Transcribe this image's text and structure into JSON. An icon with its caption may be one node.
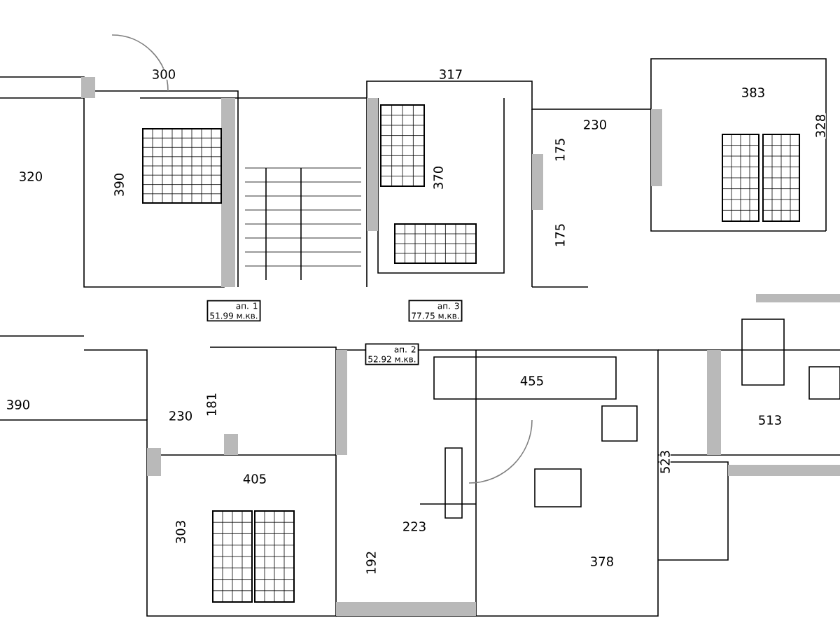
{
  "diagram": {
    "nodes": [
      {
        "text": [
          "ап. 1",
          "51.99 м.кв."
        ]
      },
      {
        "text": [
          "ап. 3",
          "77.75 м.кв."
        ]
      },
      {
        "text": [
          "ап. 2",
          "52.92 м.кв."
        ]
      }
    ],
    "labels": [
      "300",
      "317",
      "383",
      "230",
      "328",
      "175",
      "320",
      "370",
      "390",
      "175",
      "455",
      "390",
      "181",
      "230",
      "513",
      "523",
      "405",
      "223",
      "303",
      "378",
      "192"
    ]
  }
}
